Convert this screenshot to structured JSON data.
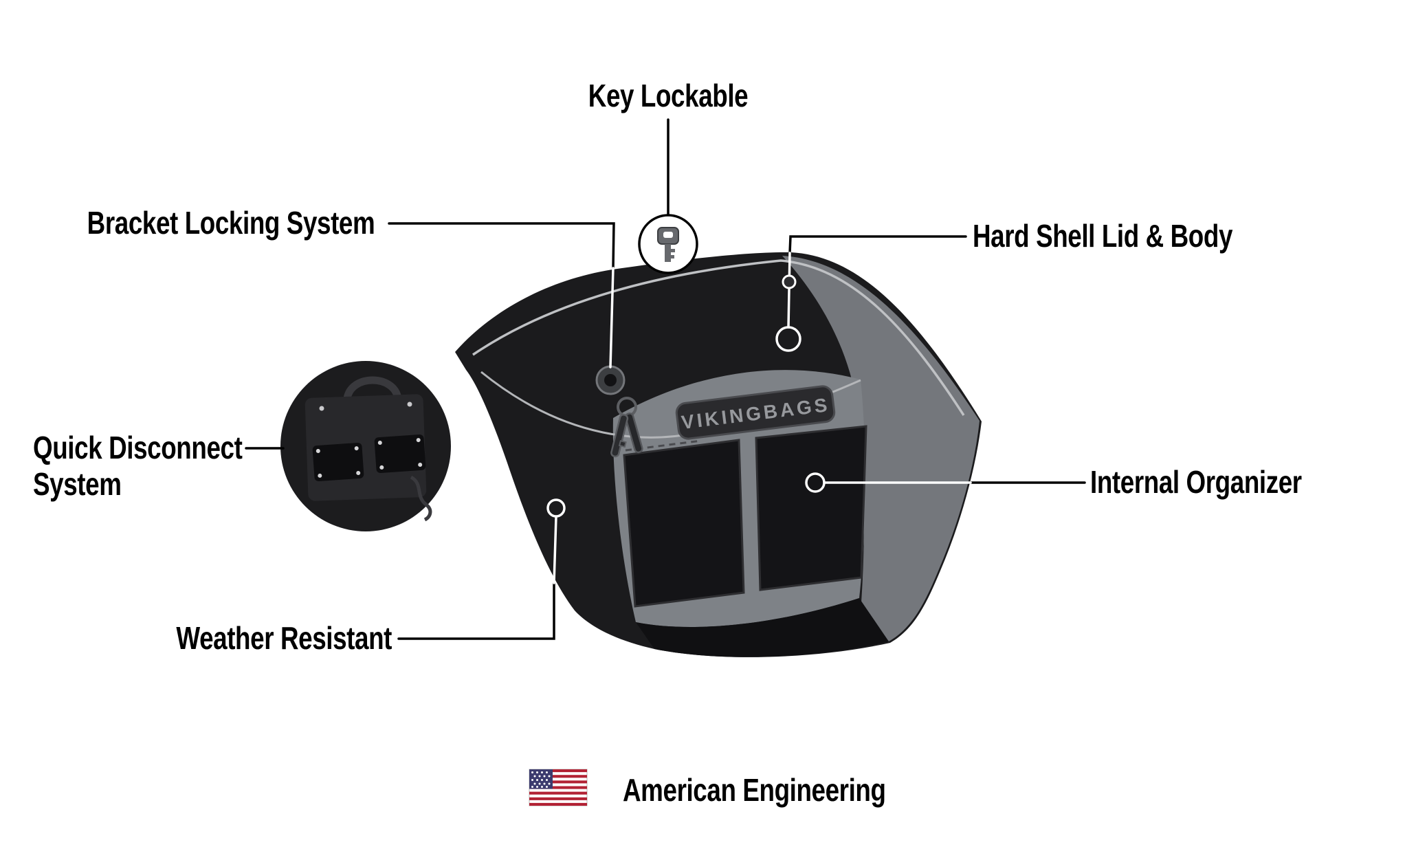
{
  "callouts": [
    {
      "id": "key-lockable",
      "label": "Key Lockable"
    },
    {
      "id": "bracket-locking-system",
      "label": "Bracket Locking System"
    },
    {
      "id": "hard-shell-lid-body",
      "label": "Hard Shell Lid & Body"
    },
    {
      "id": "quick-disconnect-system",
      "label": "Quick Disconnect System"
    },
    {
      "id": "internal-organizer",
      "label": "Internal Organizer"
    },
    {
      "id": "weather-resistant",
      "label": "Weather Resistant"
    }
  ],
  "product": {
    "brand_badge": "VIKINGBAGS"
  },
  "footer": {
    "label": "American Engineering",
    "flag_icon": "us-flag-icon"
  },
  "icons": {
    "key": "key-icon",
    "flag": "us-flag-icon"
  },
  "colors": {
    "background": "#ffffff",
    "text": "#000000",
    "bag_body": "#1b1b1d",
    "bag_lid": "#74777c",
    "bag_interior": "#7e8287",
    "pocket": "#141417",
    "callout_on_white": "#000000",
    "callout_on_bag": "#ffffff",
    "flag_red": "#b22234",
    "flag_blue": "#3c3b6e"
  }
}
